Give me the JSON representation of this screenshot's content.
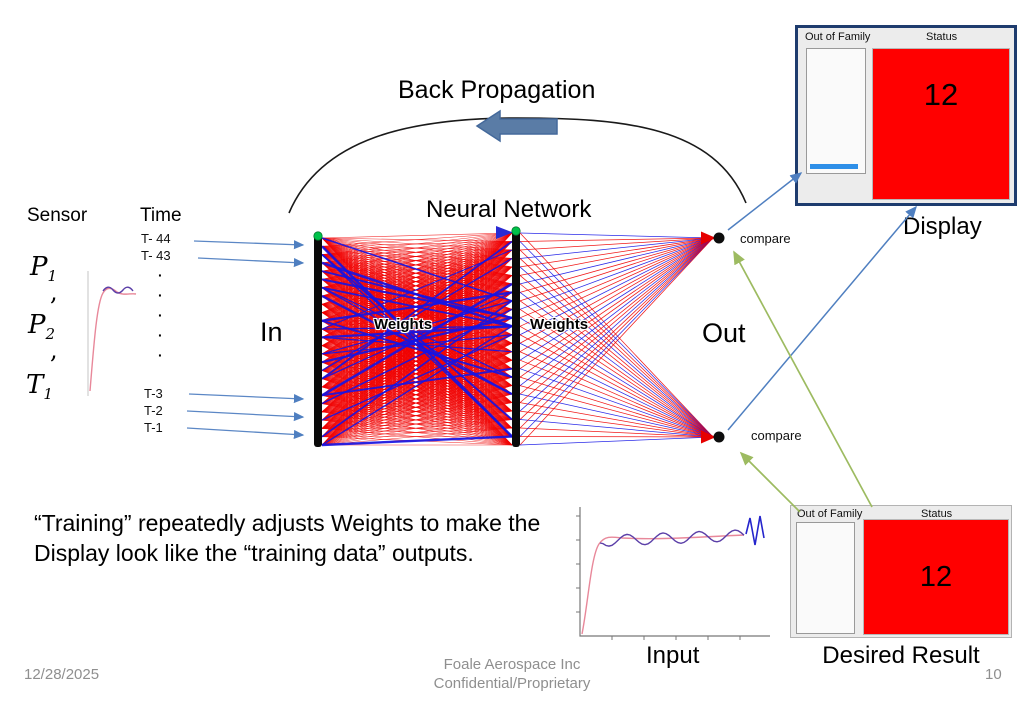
{
  "slide": {
    "back_propagation": "Back Propagation",
    "neural_network": "Neural Network",
    "sensor": "Sensor",
    "time": "Time",
    "in": "In",
    "out": "Out",
    "weights_left": "Weights",
    "weights_right": "Weights",
    "compare_top": "compare",
    "compare_bottom": "compare",
    "display": "Display",
    "input": "Input",
    "desired_result": "Desired Result",
    "training_text": "“Training” repeatedly adjusts Weights to make the Display look like the “training data” outputs.",
    "time_labels_top": [
      "T- 44",
      "T- 43"
    ],
    "time_labels_bottom": [
      "T-3",
      "T-2",
      "T-1"
    ],
    "time_dots": [
      "·",
      "·",
      "·",
      "·",
      "·"
    ],
    "sensor_math": {
      "p1_base": "P",
      "p1_sub": "1",
      "comma1": ",",
      "p2_base": "P",
      "p2_sub": "2",
      "comma2": ",",
      "t1_base": "T",
      "t1_sub": "1"
    }
  },
  "display_panel": {
    "out_of_family": "Out of Family",
    "status": "Status",
    "value": "12"
  },
  "desired_panel": {
    "out_of_family": "Out of Family",
    "status": "Status",
    "value": "12"
  },
  "footer": {
    "date": "12/28/2025",
    "org_line1": "Foale Aerospace Inc",
    "org_line2": "Confidential/Proprietary",
    "page": "10"
  },
  "colors": {
    "weight_red": "#f00000",
    "weight_blue": "#1414e6",
    "status_red": "#ff0000",
    "meter_blue": "#2e8fe8",
    "link_blue": "#4f7fc0",
    "link_green": "#9dbb61",
    "node_green": "#00c24a",
    "arrow_steelblue": "#5a7ca6"
  }
}
